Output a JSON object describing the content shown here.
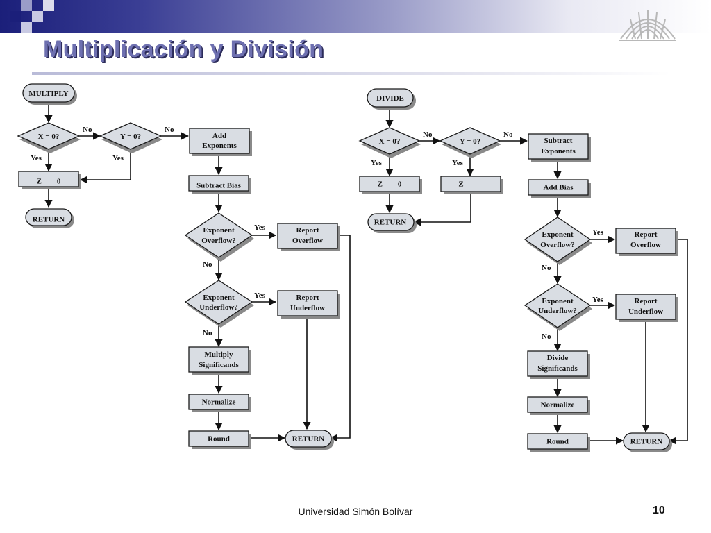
{
  "slide": {
    "title": "Multiplicación y División",
    "footer": "Universidad Simón Bolívar",
    "page_number": "10"
  },
  "multiply": {
    "start": "MULTIPLY",
    "x_zero": "X = 0?",
    "y_zero": "Y = 0?",
    "z_zero": "Z        0",
    "return_early": "RETURN",
    "add_exponents": [
      "Add",
      "Exponents"
    ],
    "subtract_bias": "Subtract Bias",
    "exp_overflow": [
      "Exponent",
      "Overflow?"
    ],
    "exp_underflow": [
      "Exponent",
      "Underflow?"
    ],
    "report_overflow": [
      "Report",
      "Overflow"
    ],
    "report_underflow": [
      "Report",
      "Underflow"
    ],
    "multiply_significands": [
      "Multiply",
      "Significands"
    ],
    "normalize": "Normalize",
    "round": "Round",
    "return_end": "RETURN"
  },
  "divide": {
    "start": "DIVIDE",
    "x_zero": "X = 0?",
    "y_zero": "Y = 0?",
    "z_zero": "Z        0",
    "z_inf": "Z",
    "return_early": "RETURN",
    "subtract_exponents": [
      "Subtract",
      "Exponents"
    ],
    "add_bias": "Add Bias",
    "exp_overflow": [
      "Exponent",
      "Overflow?"
    ],
    "exp_underflow": [
      "Exponent",
      "Underflow?"
    ],
    "report_overflow": [
      "Report",
      "Overflow"
    ],
    "report_underflow": [
      "Report",
      "Underflow"
    ],
    "divide_significands": [
      "Divide",
      "Significands"
    ],
    "normalize": "Normalize",
    "round": "Round",
    "return_end": "RETURN"
  },
  "labels": {
    "yes": "Yes",
    "no": "No"
  }
}
